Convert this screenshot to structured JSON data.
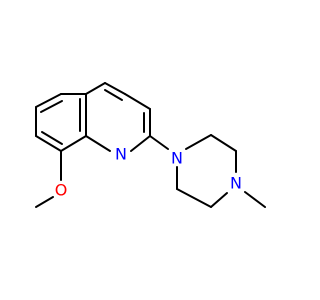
{
  "atoms": [
    {
      "id": "n_ring",
      "symbol": "N",
      "color": "#0000ff"
    },
    {
      "id": "n_pip1",
      "symbol": "N",
      "color": "#0000ff"
    },
    {
      "id": "n_pip4",
      "symbol": "N",
      "color": "#0000ff"
    },
    {
      "id": "o_methoxy",
      "symbol": "O",
      "color": "#ff0000"
    }
  ],
  "colors": {
    "bond": "#000000",
    "background": "#ffffff"
  }
}
